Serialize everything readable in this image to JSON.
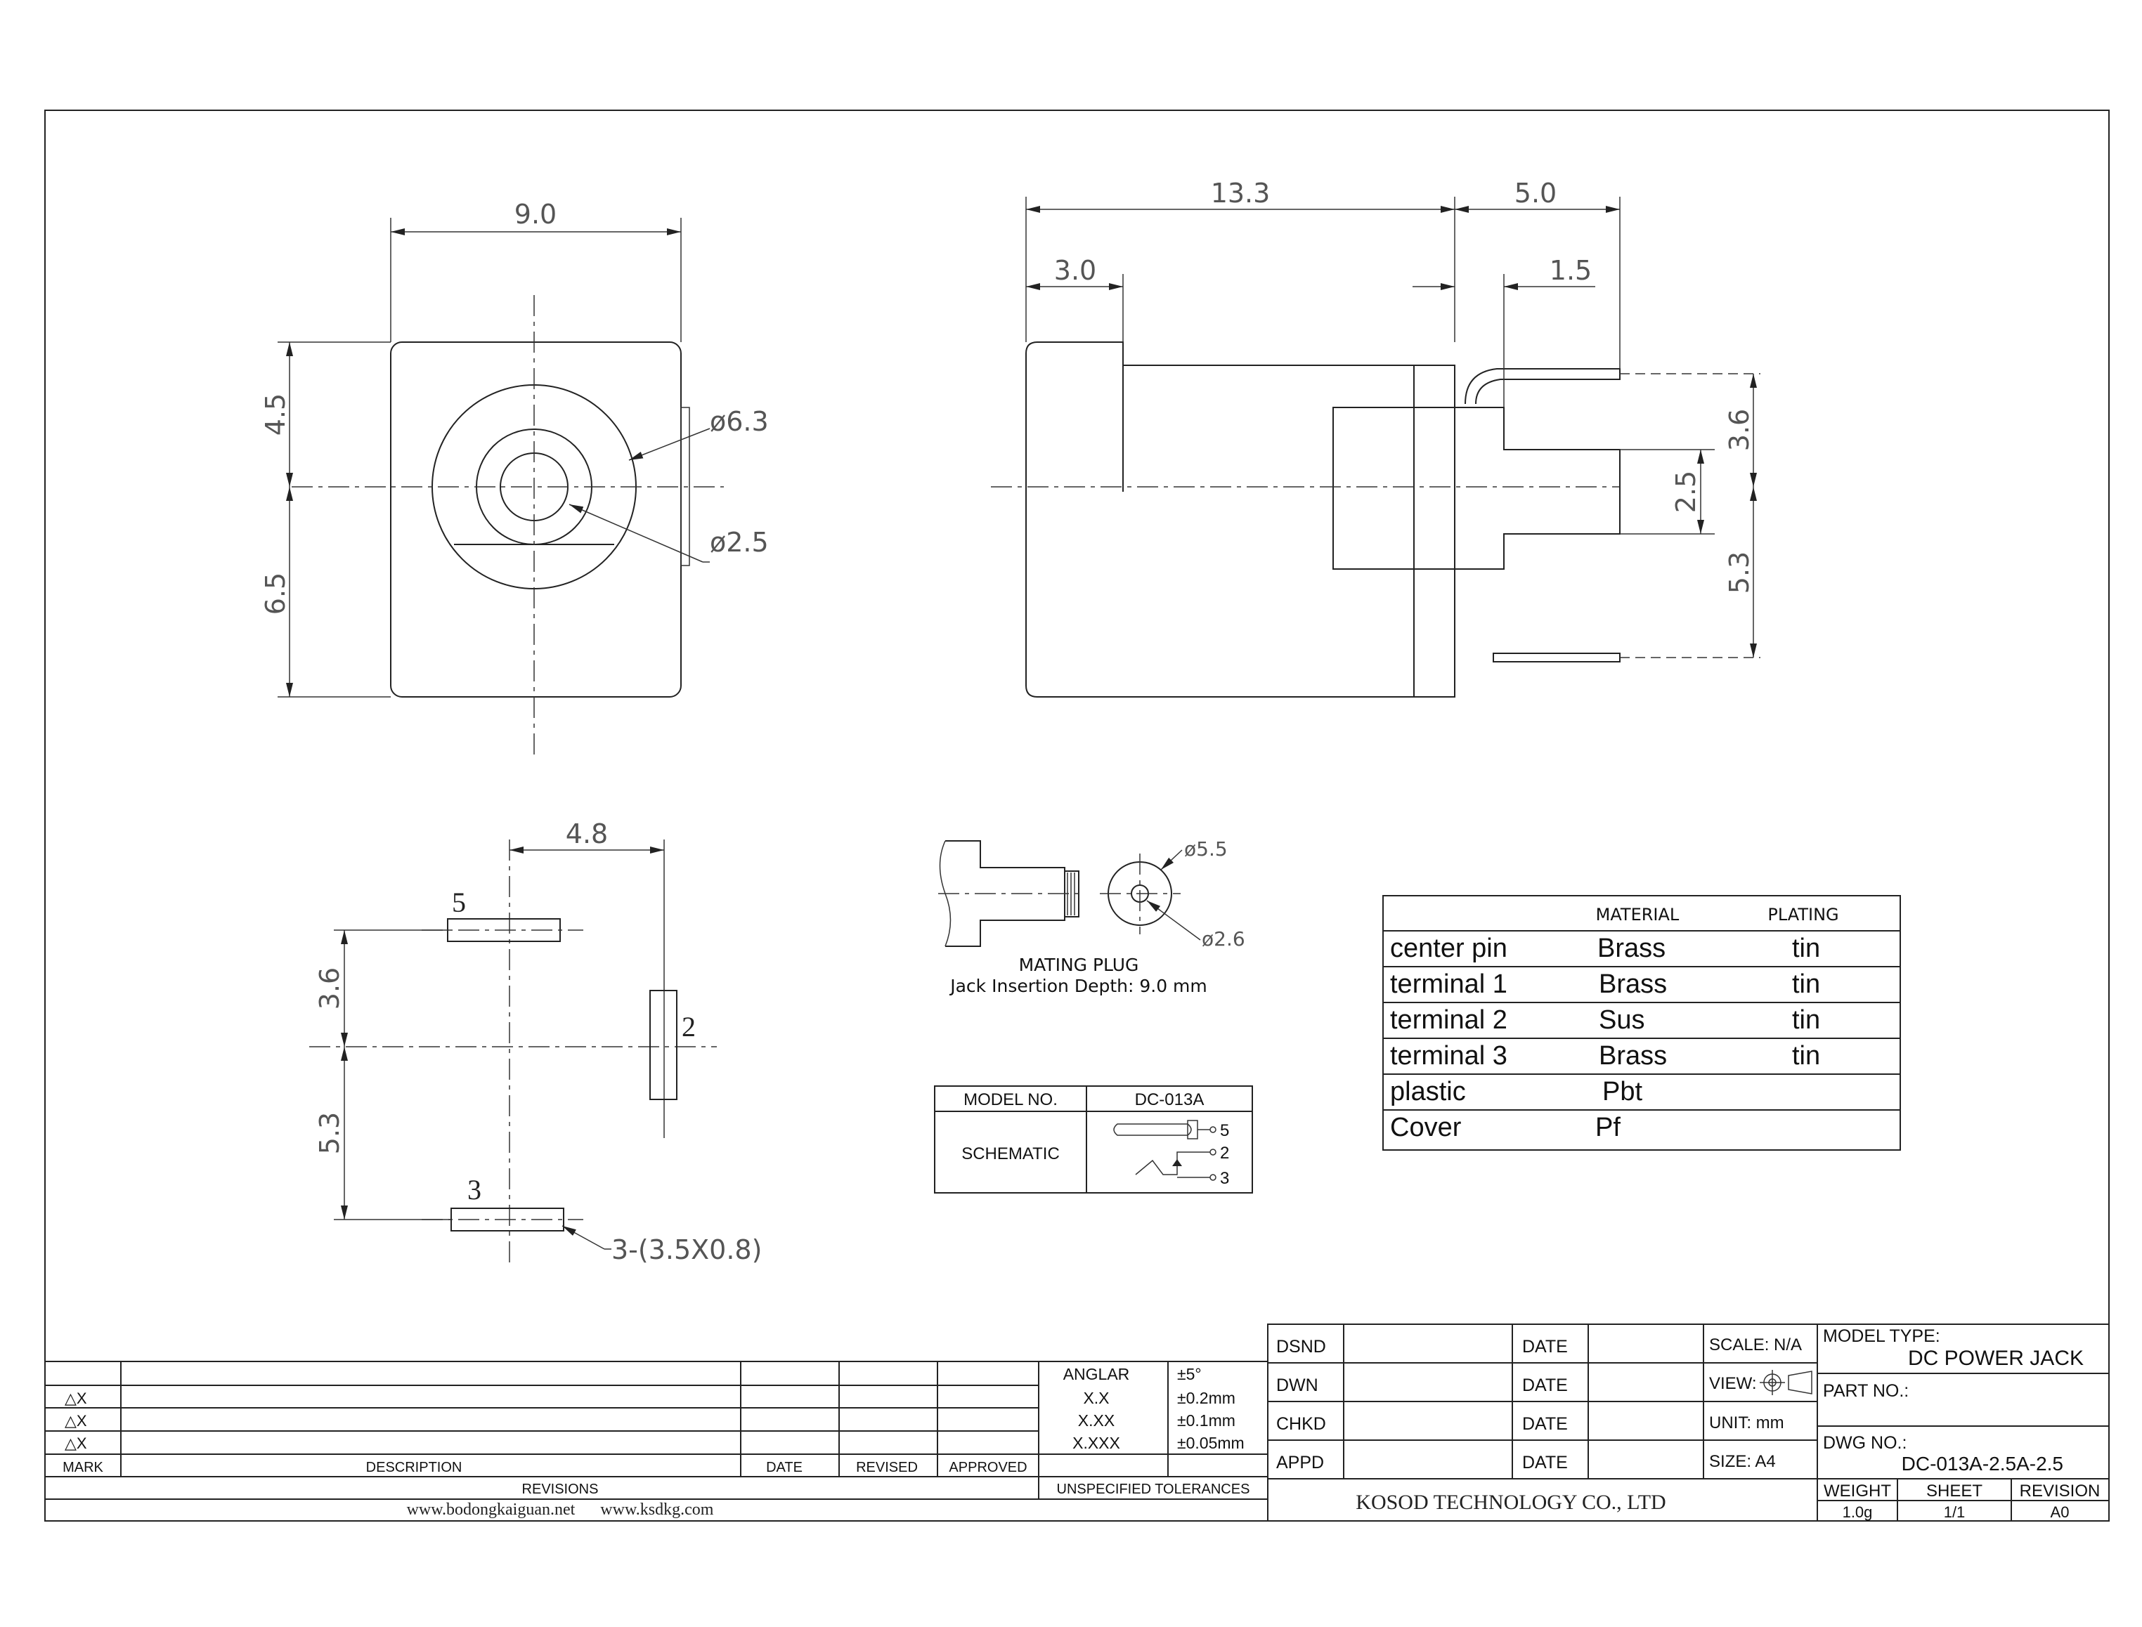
{
  "front_view": {
    "width": "9.0",
    "top_height": "4.5",
    "bottom_height": "6.5",
    "outer_diameter": "ø6.3",
    "pin_diameter": "ø2.5"
  },
  "side_view": {
    "total_length": "13.3",
    "pin_extension": "5.0",
    "front_length": "3.0",
    "pin_offset": "1.5",
    "dim_3_6": "3.6",
    "dim_2_5": "2.5",
    "dim_5_3": "5.3"
  },
  "pcb_view": {
    "width": "4.8",
    "dim_3_6": "3.6",
    "dim_5_3": "5.3",
    "pin_5": "5",
    "pin_2": "2",
    "pin_3": "3",
    "slot_note": "3-(3.5X0.8)"
  },
  "mating_plug": {
    "outer": "ø5.5",
    "inner": "ø2.6",
    "title": "MATING PLUG",
    "depth": "Jack Insertion Depth: 9.0 mm"
  },
  "model_table": {
    "model_label": "MODEL NO.",
    "model_value": "DC-013A",
    "schematic_label": "SCHEMATIC",
    "pins": [
      "5",
      "2",
      "3"
    ]
  },
  "materials": {
    "headers": [
      "MATERIAL",
      "PLATING"
    ],
    "rows": [
      {
        "part": "center pin",
        "material": "Brass",
        "plating": "tin"
      },
      {
        "part": "terminal 1",
        "material": "Brass",
        "plating": "tin"
      },
      {
        "part": "terminal 2",
        "material": "Sus",
        "plating": "tin"
      },
      {
        "part": "terminal 3",
        "material": "Brass",
        "plating": "tin"
      },
      {
        "part": "plastic",
        "material": "Pbt",
        "plating": ""
      },
      {
        "part": "Cover",
        "material": "Pf",
        "plating": ""
      }
    ]
  },
  "revisions": {
    "marks": [
      "△X",
      "△X",
      "△X"
    ],
    "mark_header": "MARK",
    "description_header": "DESCRIPTION",
    "date_header": "DATE",
    "revised_header": "REVISED",
    "approved_header": "APPROVED",
    "title": "REVISIONS",
    "websites": "www.bodongkaiguan.net      www.ksdkg.com"
  },
  "tolerances": {
    "rows": [
      {
        "k": "ANGLAR",
        "v": "±5°"
      },
      {
        "k": "X.X",
        "v": "±0.2mm"
      },
      {
        "k": "X.XX",
        "v": "±0.1mm"
      },
      {
        "k": "X.XXX",
        "v": "±0.05mm"
      }
    ],
    "title": "UNSPECIFIED TOLERANCES"
  },
  "signoff": {
    "rows": [
      "DSND",
      "DWN",
      "CHKD",
      "APPD"
    ],
    "date": "DATE",
    "scale": "SCALE: N/A",
    "view": "VIEW:",
    "unit": "UNIT: mm",
    "size": "SIZE: A4",
    "company": "KOSOD TECHNOLOGY CO., LTD"
  },
  "title_block": {
    "model_type_label": "MODEL TYPE:",
    "model_type": "DC POWER JACK",
    "part_no_label": "PART NO.:",
    "dwg_no_label": "DWG NO.:",
    "dwg_no": "DC-013A-2.5A-2.5",
    "weight_label": "WEIGHT",
    "weight": "1.0g",
    "sheet_label": "SHEET",
    "sheet": "1/1",
    "revision_label": "REVISION",
    "revision": "A0"
  }
}
